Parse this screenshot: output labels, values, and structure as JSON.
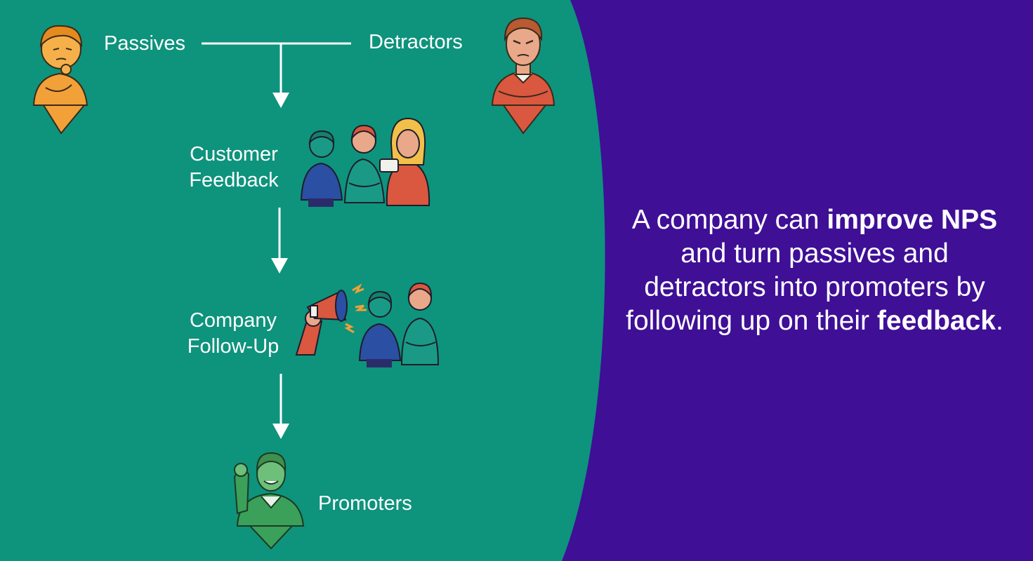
{
  "colors": {
    "teal": "#0e937d",
    "purple": "#3f0f96",
    "purple_dark": "#300a7d",
    "white": "#ffffff",
    "orange": "#f2a038",
    "red": "#d9583f",
    "blue": "#2b4fa3",
    "green_shirt": "#1a9a86",
    "promoter_green": "#3ba05a"
  },
  "flow": {
    "passives": "Passives",
    "detractors": "Detractors",
    "customer_feedback": [
      "Customer",
      "Feedback"
    ],
    "company_followup": [
      "Company",
      "Follow-Up"
    ],
    "promoters": "Promoters"
  },
  "icons": {
    "passive": "thinking-person-icon",
    "detractor": "angry-person-icon",
    "feedback_group": "feedback-group-icon",
    "megaphone": "megaphone-icon",
    "followup_group": "followup-group-icon",
    "promoter": "waving-person-icon"
  },
  "tagline": {
    "part1": "A company can ",
    "bold1": "improve NPS",
    "part2": " and turn passives and detractors into promoters by following up on their ",
    "bold2": "feedback",
    "part3": "."
  }
}
